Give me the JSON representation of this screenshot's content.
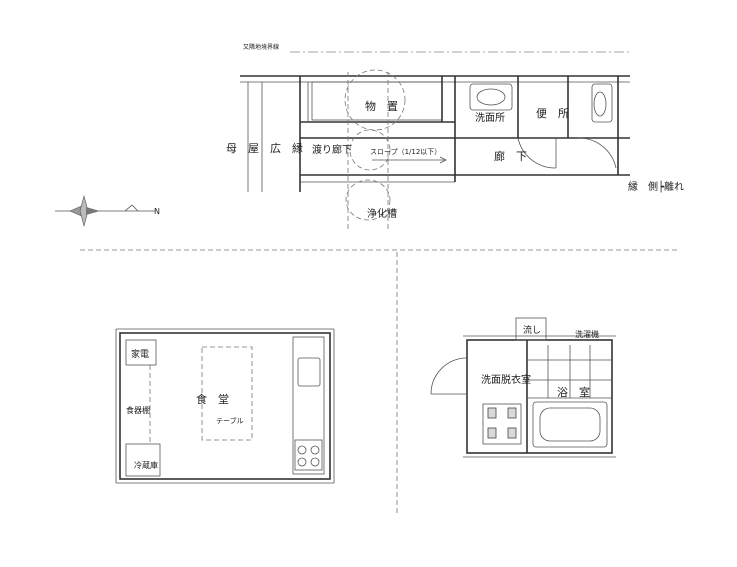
{
  "top_plan": {
    "boundary_label": "又隣地境界線",
    "rooms": {
      "storage": "物　置",
      "washroom": "洗面所",
      "toilet": "便　所",
      "main_veranda": "母　屋　広　縁",
      "corridor_bridge": "渡り廊下",
      "slope": "スロープ（1/12以下）",
      "hallway": "廊　下",
      "annex_veranda": "縁　側┝離れ",
      "septic_tank": "浄化槽"
    },
    "north_label": "N"
  },
  "dining_plan": {
    "rooms": {
      "appliance": "家電",
      "dining": "食　堂",
      "cupboard": "食器棚",
      "table": "テーブル",
      "fridge": "冷蔵庫"
    }
  },
  "bath_plan": {
    "rooms": {
      "sink": "流し",
      "washing_machine": "洗濯機",
      "dressing_room": "洗面脱衣室",
      "bathroom": "浴　室"
    }
  }
}
